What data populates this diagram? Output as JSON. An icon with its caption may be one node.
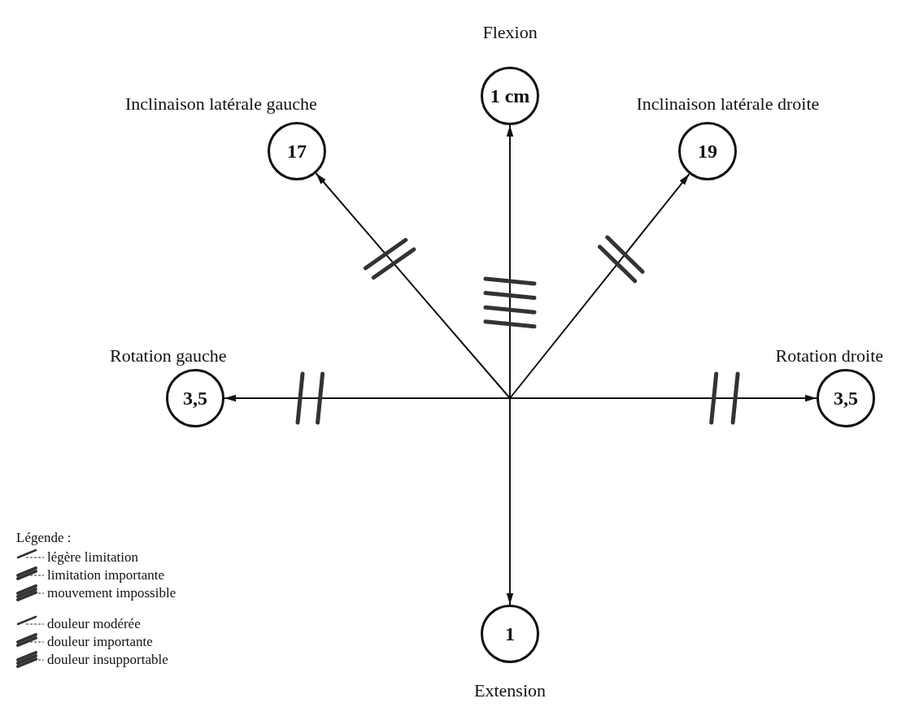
{
  "diagram": {
    "nodes": [
      {
        "text": [
          "1 cm"
        ],
        "beside": [
          "Flexion"
        ]
      },
      {
        "text": [
          "17"
        ],
        "beside": [
          "Inclinaison latérale gauche"
        ]
      },
      {
        "text": [
          "19"
        ],
        "beside": [
          "Inclinaison latérale droite"
        ]
      },
      {
        "text": [
          "3,5"
        ],
        "beside": [
          "Rotation gauche"
        ]
      },
      {
        "text": [
          "3,5"
        ],
        "beside": [
          "Rotation droite"
        ]
      },
      {
        "text": [
          "1"
        ],
        "beside": [
          "Extension"
        ]
      }
    ],
    "edges": [
      {
        "from": null,
        "to": 0,
        "arrow": "to"
      },
      {
        "from": null,
        "to": 1,
        "arrow": "to"
      },
      {
        "from": null,
        "to": 2,
        "arrow": "to"
      },
      {
        "from": null,
        "to": 3,
        "arrow": "to"
      },
      {
        "from": null,
        "to": 4,
        "arrow": "to"
      },
      {
        "from": null,
        "to": 5,
        "arrow": "to"
      }
    ],
    "labels": [
      "Légende :"
    ],
    "legend": [
      {
        "text": "légère limitation"
      },
      {
        "text": "limitation importante"
      },
      {
        "text": "mouvement impossible"
      },
      {
        "text": "douleur modérée"
      },
      {
        "text": "douleur importante"
      },
      {
        "text": "douleur insupportable"
      }
    ]
  }
}
